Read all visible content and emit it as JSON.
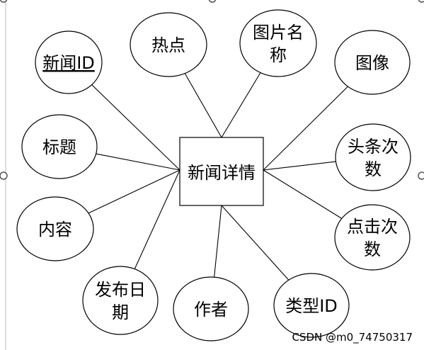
{
  "diagram": {
    "type": "er-diagram",
    "entity": {
      "label": "新闻详情"
    },
    "attributes": [
      {
        "id": "news-id",
        "lines": [
          "新闻ID"
        ],
        "underline": true
      },
      {
        "id": "hotspot",
        "lines": [
          "热点"
        ]
      },
      {
        "id": "image-name",
        "lines": [
          "图片名",
          "称"
        ]
      },
      {
        "id": "image",
        "lines": [
          "图像"
        ]
      },
      {
        "id": "title",
        "lines": [
          "标题"
        ]
      },
      {
        "id": "headline-count",
        "lines": [
          "头条次",
          "数"
        ]
      },
      {
        "id": "content",
        "lines": [
          "内容"
        ]
      },
      {
        "id": "click-count",
        "lines": [
          "点击次",
          "数"
        ]
      },
      {
        "id": "publish-date",
        "lines": [
          "发布日",
          "期"
        ]
      },
      {
        "id": "author",
        "lines": [
          "作者"
        ]
      },
      {
        "id": "type-id",
        "lines": [
          "类型ID"
        ]
      }
    ],
    "watermark": "CSDN @m0_74750317",
    "colors": {
      "stroke": "#000000",
      "fill": "#ffffff",
      "handle": "#555555",
      "watermark": "#c8c8c8"
    }
  }
}
